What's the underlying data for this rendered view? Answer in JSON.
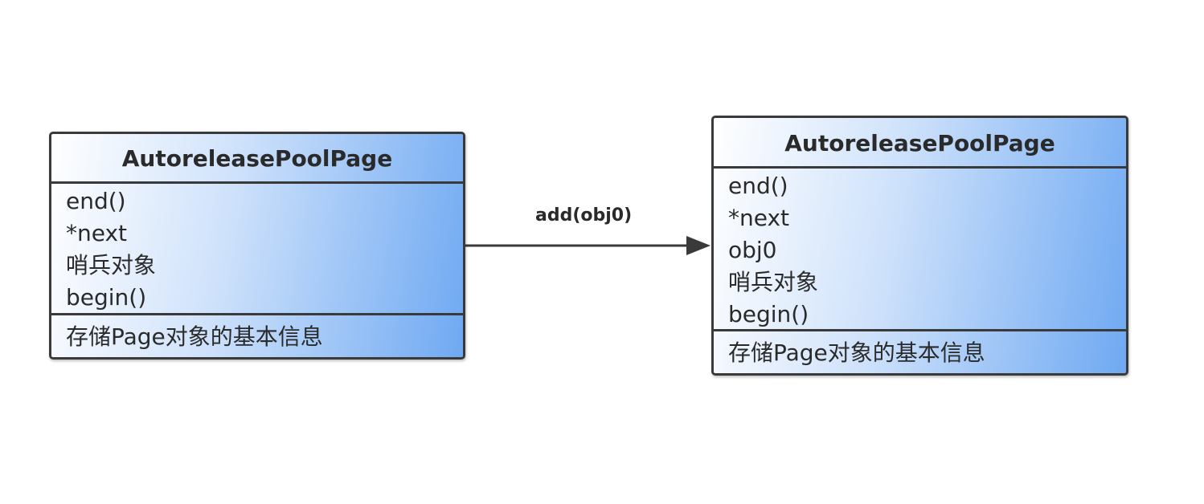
{
  "diagram": {
    "boxes": [
      {
        "title": "AutoreleasePoolPage",
        "attributes": [
          "end()",
          "*next",
          "哨兵对象",
          "begin()"
        ],
        "operations": "存储Page对象的基本信息"
      },
      {
        "title": "AutoreleasePoolPage",
        "attributes": [
          "end()",
          "*next",
          "obj0",
          "哨兵对象",
          "begin()"
        ],
        "operations": "存储Page对象的基本信息"
      }
    ],
    "edge": {
      "label": "add(obj0)",
      "from": "box-left",
      "to": "box-right",
      "arrowhead": "filled-triangle"
    },
    "colors": {
      "gradient_start": "#ffffff",
      "gradient_end": "#6fa9f2",
      "border": "#3a3a3a",
      "text": "#2a2a2a"
    }
  }
}
